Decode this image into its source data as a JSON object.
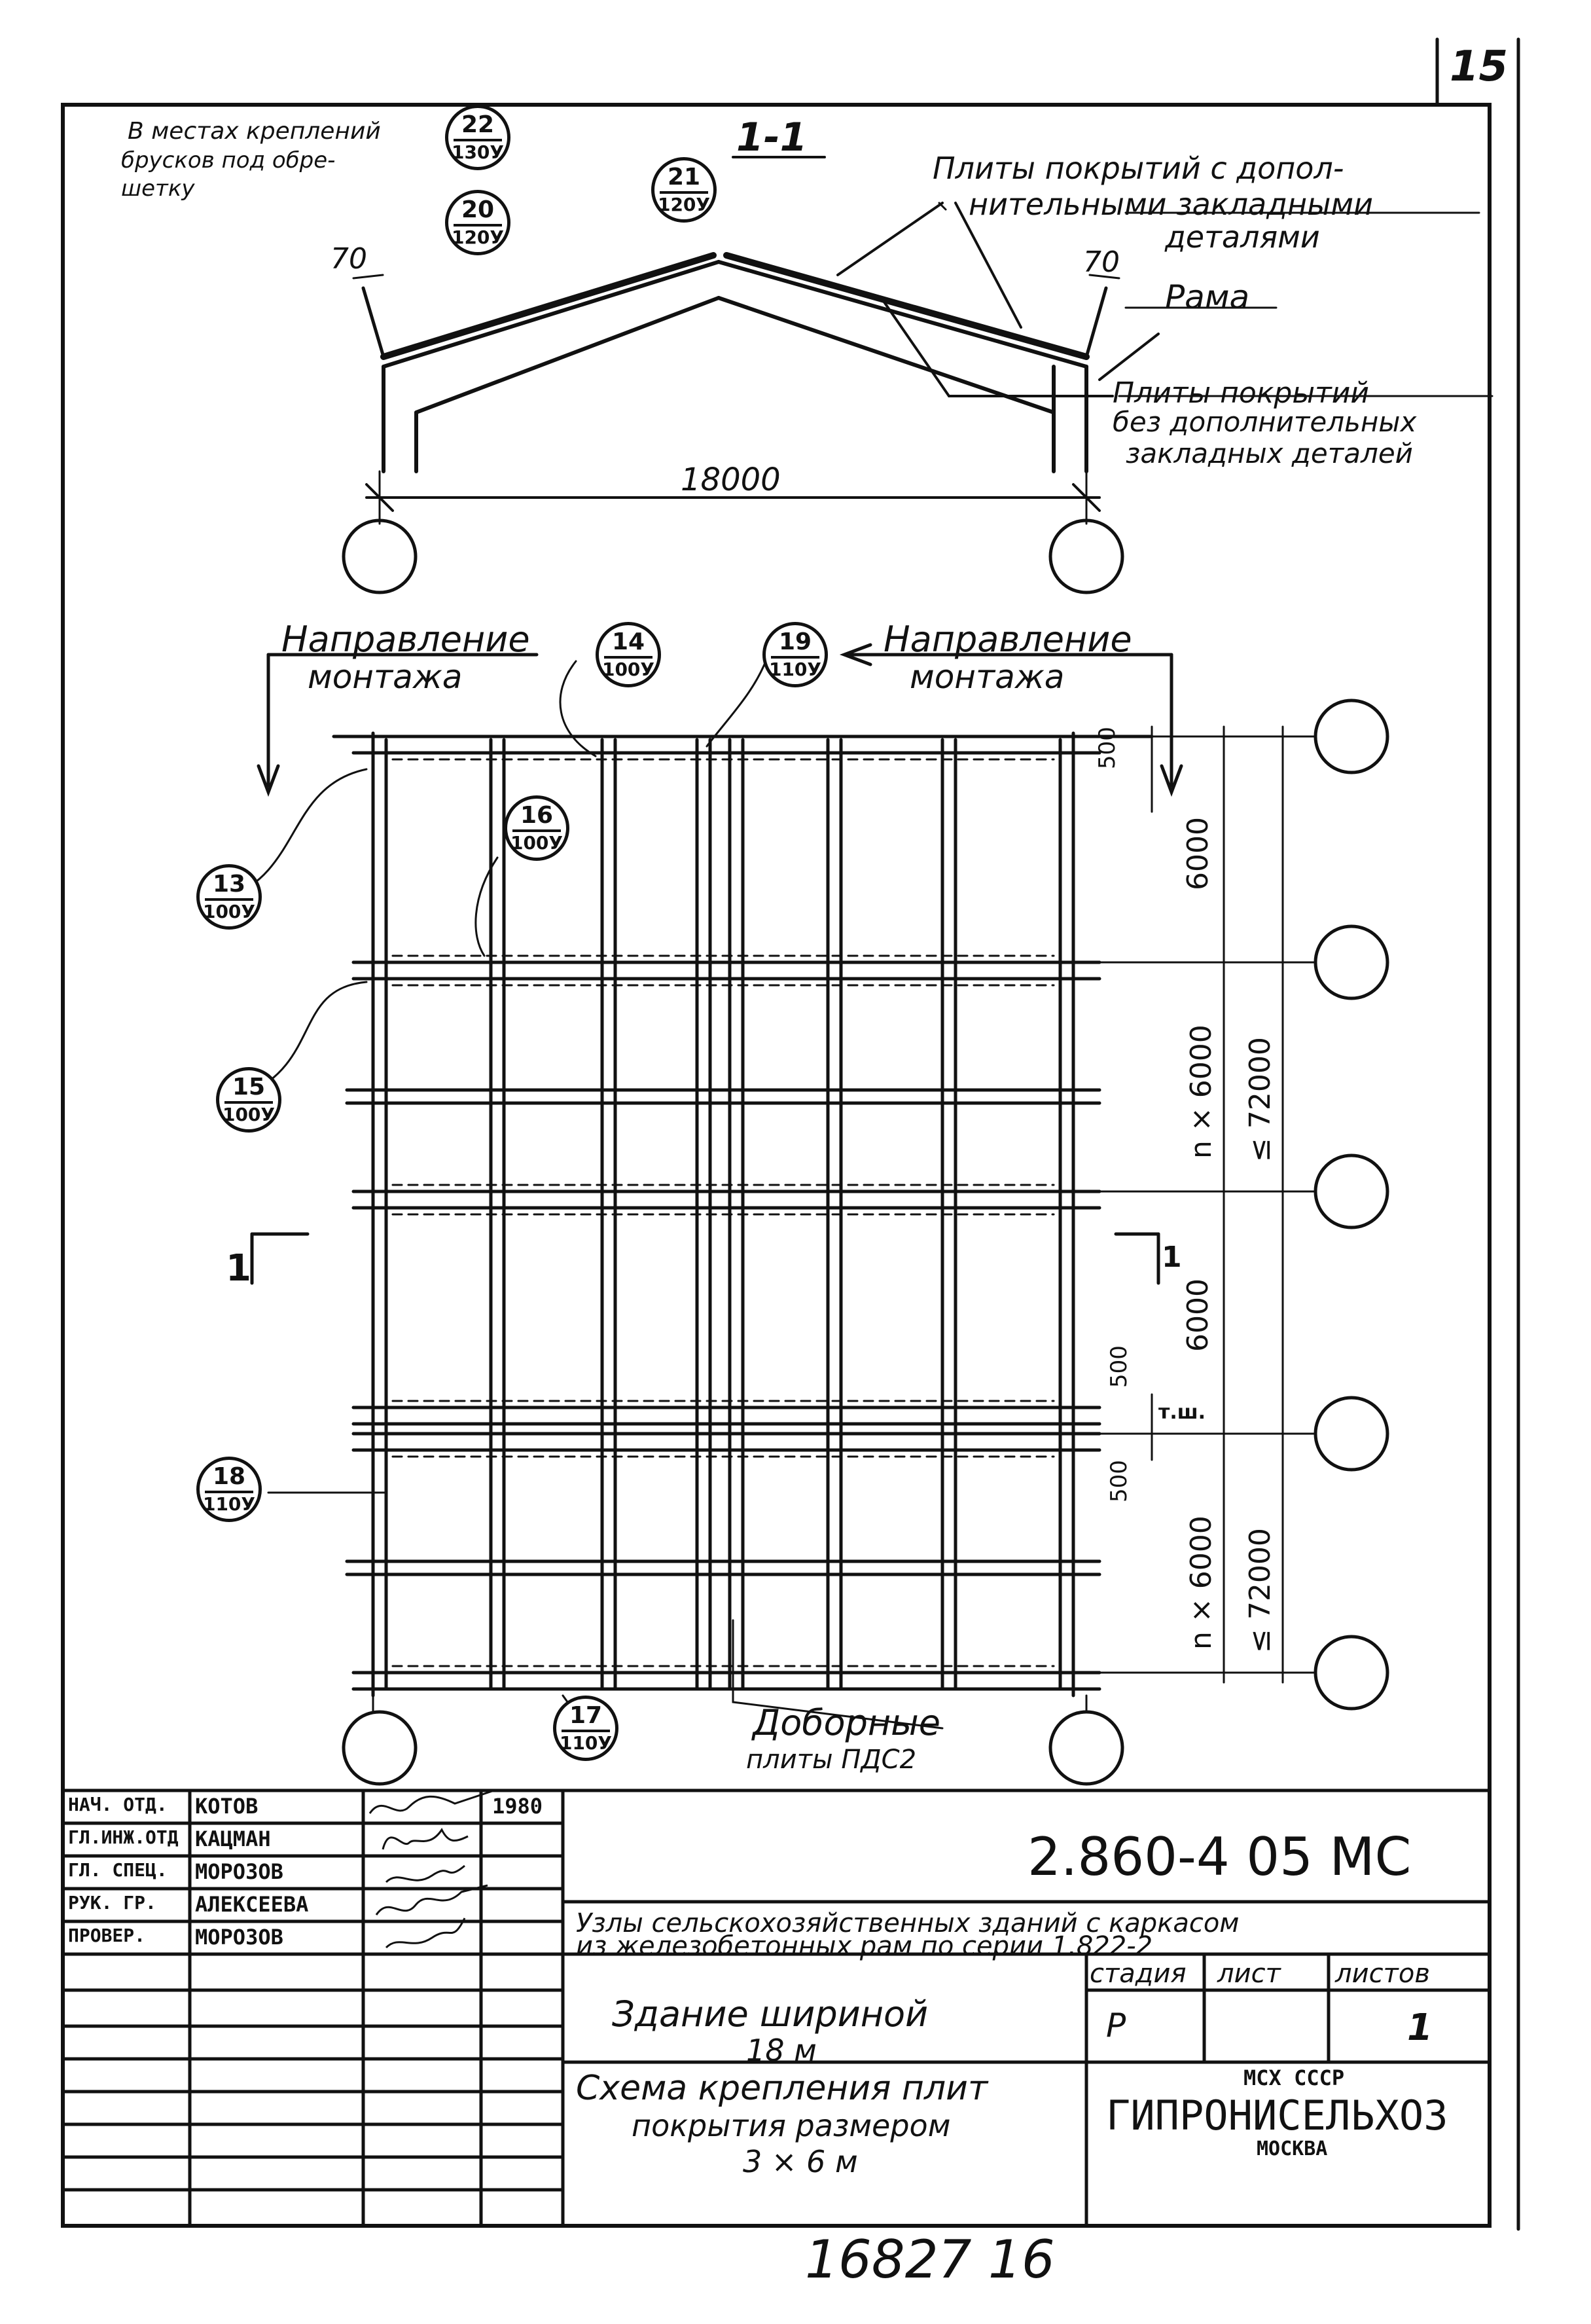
{
  "sheet": {
    "number": "15",
    "bottom_code": "16827  16"
  },
  "section": {
    "title": "1-1",
    "note_left": [
      "В местах креплений",
      "брусков под обре-",
      "шетку"
    ],
    "note_right_top": [
      "Плиты покрытий с допол-",
      "нительными закладными",
      "деталями"
    ],
    "note_frame": "Рама",
    "note_right_bottom": [
      "Плиты покрытий",
      "без дополнительных",
      "закладных деталей"
    ],
    "span": "18000",
    "offset_left": "70",
    "offset_right": "70"
  },
  "marks": [
    {
      "id": "22",
      "ref": "130У"
    },
    {
      "id": "20",
      "ref": "120У"
    },
    {
      "id": "21",
      "ref": "120У"
    },
    {
      "id": "14",
      "ref": "100У"
    },
    {
      "id": "19",
      "ref": "110У"
    },
    {
      "id": "16",
      "ref": "100У"
    },
    {
      "id": "13",
      "ref": "100У"
    },
    {
      "id": "15",
      "ref": "100У"
    },
    {
      "id": "18",
      "ref": "110У"
    },
    {
      "id": "17",
      "ref": "110У"
    }
  ],
  "plan": {
    "dir_left": [
      "Направление",
      "монтажа"
    ],
    "dir_right": [
      "Направление",
      "монтажа"
    ],
    "dim_500_a": "500",
    "dim_6000_a": "6000",
    "dim_n6000_a": "n × 6000",
    "dim_72000_a": "≤ 72000",
    "dim_6000_b": "6000",
    "dim_500_b": "500",
    "dim_tsh": "т.ш.",
    "dim_500_c": "500",
    "dim_n6000_b": "n × 6000",
    "dim_72000_b": "≤ 72000",
    "section_mark_left": "1",
    "section_mark_right": "1",
    "extra_plates": [
      "Доборные",
      "плиты ПДС2"
    ]
  },
  "title_block": {
    "rows": [
      {
        "role": "НАЧ. ОТД.",
        "name": "КОТОВ",
        "year": "1980"
      },
      {
        "role": "ГЛ.ИНЖ.ОТД",
        "name": "КАЦМАН",
        "year": ""
      },
      {
        "role": "ГЛ. СПЕЦ.",
        "name": "МОРОЗОВ",
        "year": ""
      },
      {
        "role": "РУК. ГР.",
        "name": "АЛЕКСЕЕВА",
        "year": ""
      },
      {
        "role": "ПРОВЕР.",
        "name": "МОРОЗОВ",
        "year": ""
      }
    ],
    "code": "2.860-4  05 МС",
    "subject": [
      "Узлы сельскохозяйственных зданий с каркасом",
      "из железобетонных рам по серии 1.822-2"
    ],
    "building": [
      "Здание шириной",
      "18 м"
    ],
    "sheet_title": [
      "Схема крепления плит",
      "покрытия размером",
      "3 × 6 м"
    ],
    "col_stage": "стадия",
    "col_sheet": "лист",
    "col_sheets": "листов",
    "stage": "Р",
    "sheet": "",
    "sheets": "1",
    "org_top": "МСХ СССР",
    "org": "ГИПРОНИСЕЛЬХОЗ",
    "org_city": "МОСКВА"
  }
}
